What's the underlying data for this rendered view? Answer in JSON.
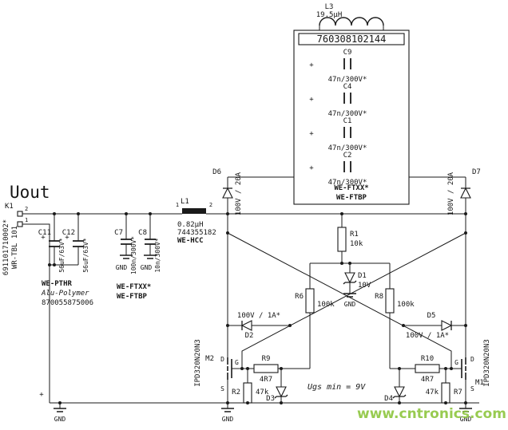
{
  "schematic": {
    "output_label": "Uout",
    "plus_sign": "+",
    "gnd_label": "GND",
    "note_gate": "Ugs min = 9V",
    "connector": {
      "ref": "K1",
      "pin_top": "2",
      "pin_bottom": "1",
      "part_number": "691101710002*",
      "series": "WR-TBL 101"
    },
    "bulk_caps": {
      "c11": {
        "ref": "C11",
        "value": "56uF/63V*"
      },
      "c12": {
        "ref": "C12",
        "value": "56uF/63V*"
      },
      "series": "WE-PTHR",
      "technology": "Alu-Polymer",
      "part_number": "870055875006"
    },
    "filter_caps": {
      "c7": {
        "ref": "C7",
        "value": "100n/300V*"
      },
      "c8": {
        "ref": "C8",
        "value": "10n/300V*"
      },
      "series1": "WE-FTXX*",
      "series2": "WE-FTBP"
    },
    "choke": {
      "ref": "L1",
      "value": "0.82µH",
      "part_number": "744355182",
      "series": "WE-HCC",
      "pin1": "1",
      "pin2": "2"
    },
    "tank": {
      "coil": {
        "ref": "L3",
        "value": "19.5µH",
        "part_number": "760308102144"
      },
      "series1": "WE-FTXX*",
      "series2": "WE-FTBP",
      "caps": [
        {
          "ref": "C9",
          "value": "47n/300V*"
        },
        {
          "ref": "C4",
          "value": "47n/300V*"
        },
        {
          "ref": "C1",
          "value": "47n/300V*"
        },
        {
          "ref": "C2",
          "value": "47n/300V*"
        }
      ]
    },
    "clamp_diodes": {
      "d6": {
        "ref": "D6",
        "rating": "100V / 20A"
      },
      "d7": {
        "ref": "D7",
        "rating": "100V / 20A"
      }
    },
    "bias": {
      "r1": {
        "ref": "R1",
        "value": "10k"
      },
      "d1": {
        "ref": "D1",
        "value": "10V"
      },
      "r6": {
        "ref": "R6",
        "value": "100k"
      },
      "r8": {
        "ref": "R8",
        "value": "100k"
      }
    },
    "cross": {
      "d2": {
        "ref": "D2",
        "rating": "100V / 1A*"
      },
      "d5": {
        "ref": "D5",
        "rating": "100V / 1A*"
      }
    },
    "fets": {
      "m2": {
        "ref": "M2",
        "part_number": "IPD320N20N3",
        "gate": "G",
        "drain": "D",
        "source": "S"
      },
      "m1": {
        "ref": "M1",
        "part_number": "IPD320N20N3",
        "gate": "G",
        "drain": "D",
        "source": "S"
      }
    },
    "gate_network": {
      "r9": {
        "ref": "R9",
        "value": "4R7"
      },
      "r10": {
        "ref": "R10",
        "value": "4R7"
      },
      "r2": {
        "ref": "R2",
        "value": "47k"
      },
      "r7": {
        "ref": "R7",
        "value": "47k"
      },
      "d3": {
        "ref": "D3"
      },
      "d4": {
        "ref": "D4"
      }
    }
  },
  "watermark": {
    "text": "www.cntronics.com",
    "color": "#8dc63f"
  }
}
